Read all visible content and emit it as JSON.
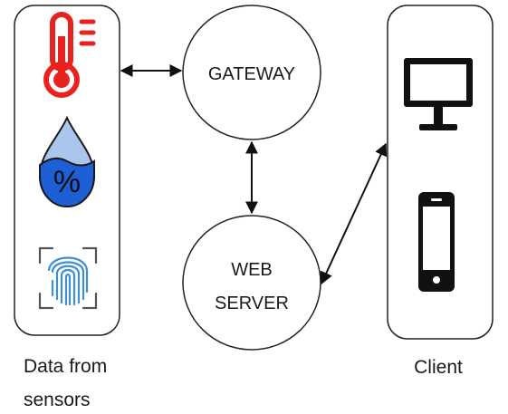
{
  "nodes": {
    "sensors_panel": {
      "caption_line1": "Data from",
      "caption_line2": "sensors"
    },
    "gateway": {
      "label": "GATEWAY"
    },
    "web_server": {
      "label_line1": "WEB",
      "label_line2": "SERVER"
    },
    "client_panel": {
      "caption": "Client"
    }
  },
  "icons": {
    "thermometer": "thermometer-icon",
    "humidity": "humidity-drop-icon",
    "humidity_symbol": "%",
    "fingerprint": "fingerprint-scanner-icon",
    "monitor": "desktop-monitor-icon",
    "phone": "smartphone-icon"
  },
  "colors": {
    "thermometer": "#e8231f",
    "drop_fill": "#1e5fd6",
    "drop_light": "#aac6ec",
    "fingerprint": "#3d8fd1",
    "device": "#111111",
    "stroke": "#222222"
  },
  "connections": [
    {
      "from": "sensors_panel",
      "to": "gateway",
      "bidirectional": true
    },
    {
      "from": "gateway",
      "to": "web_server",
      "bidirectional": true
    },
    {
      "from": "web_server",
      "to": "client_panel",
      "bidirectional": true
    }
  ]
}
